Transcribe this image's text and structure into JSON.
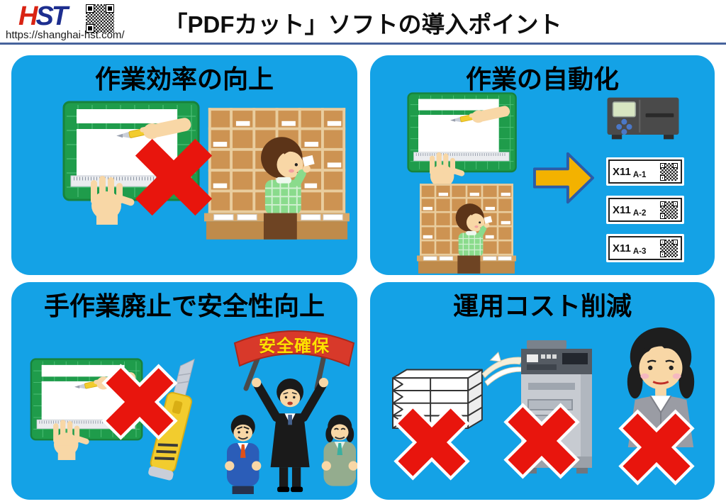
{
  "header": {
    "logo": {
      "h": "H",
      "st": "ST"
    },
    "url": "https://shanghai-hst.com/",
    "title": "「PDFカット」ソフトの導入ポイント"
  },
  "panels": {
    "efficiency": {
      "title": "作業効率の向上"
    },
    "automation": {
      "title": "作業の自動化",
      "labels": [
        {
          "code": "X11",
          "sub": "A-1"
        },
        {
          "code": "X11",
          "sub": "A-2"
        },
        {
          "code": "X11",
          "sub": "A-3"
        }
      ]
    },
    "safety": {
      "title": "手作業廃止で安全性向上",
      "flag_text": "安全確保"
    },
    "cost": {
      "title": "運用コスト削減"
    }
  },
  "icons": {
    "qr": "qr-code-icon",
    "cross": "cross-icon",
    "arrow": "arrow-right-icon"
  },
  "colors": {
    "panel_blue": "#14A2E6",
    "cross_red": "#E8150D",
    "arrow_yellow": "#F3B200",
    "arrow_outline_blue": "#2B5CA8",
    "flag_red": "#D8392A",
    "flag_text_yellow": "#FFE100",
    "mat_green": "#1F9C4B",
    "shelf_tan": "#CD9352",
    "header_rule_navy": "#47639C",
    "logo_red": "#D92313",
    "logo_blue": "#1D2E8F"
  }
}
